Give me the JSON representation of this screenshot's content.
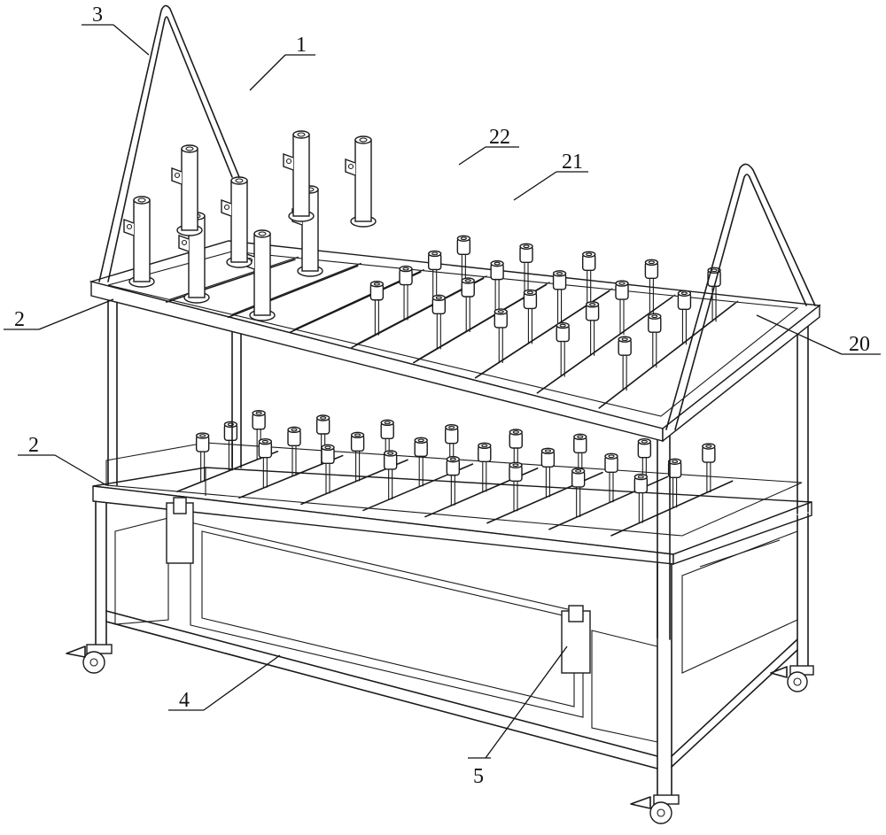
{
  "labels": {
    "l1": "1",
    "l2a": "2",
    "l2b": "2",
    "l3": "3",
    "l4": "4",
    "l5": "5",
    "l20": "20",
    "l21": "21",
    "l22": "22"
  }
}
